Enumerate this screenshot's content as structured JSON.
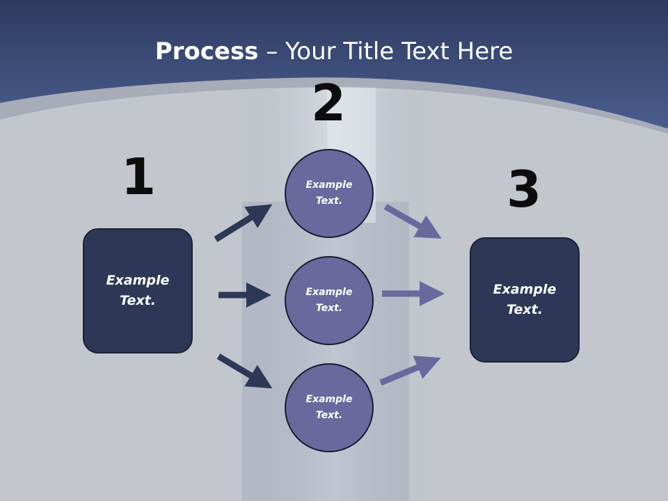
{
  "title": {
    "bold": "Process",
    "rest": " – Your Title Text Here"
  },
  "steps": [
    {
      "number": "1",
      "text": "Example Text."
    },
    {
      "number": "2",
      "items": [
        "Example Text.",
        "Example Text.",
        "Example Text."
      ]
    },
    {
      "number": "3",
      "text": "Example Text."
    }
  ],
  "colors": {
    "header": "#3f5180",
    "box": "#2c3856",
    "circle": "#6b689e",
    "arrow_dark": "#2c3856",
    "arrow_light": "#6b689e"
  }
}
